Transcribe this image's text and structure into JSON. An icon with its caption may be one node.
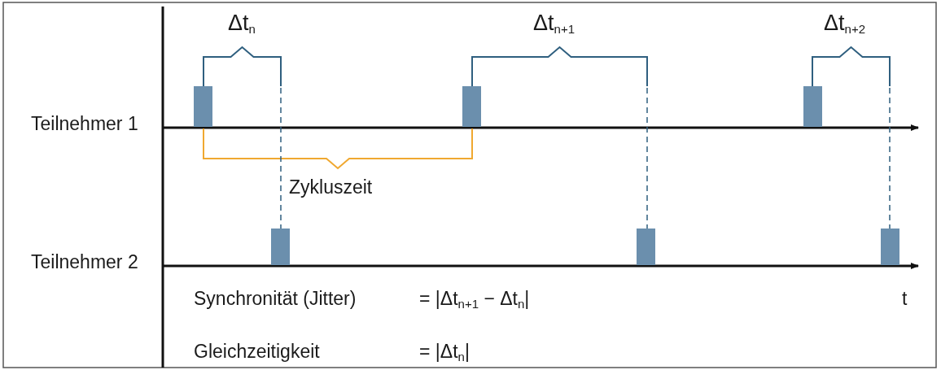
{
  "diagram": {
    "labels": [
      "Δt$_{n}$",
      "Δt$_{n+1}$",
      "Δt$_{n+2}$",
      "Teilnehmer 1",
      "Zykluszeit",
      "Teilnehmer 2",
      "Synchronität (Jitter)",
      "= |Δt$_{n+1}$ − Δt$_{n}$|",
      "t",
      "Gleichzeitigkeit",
      "= |Δt$_{n}$|"
    ]
  }
}
